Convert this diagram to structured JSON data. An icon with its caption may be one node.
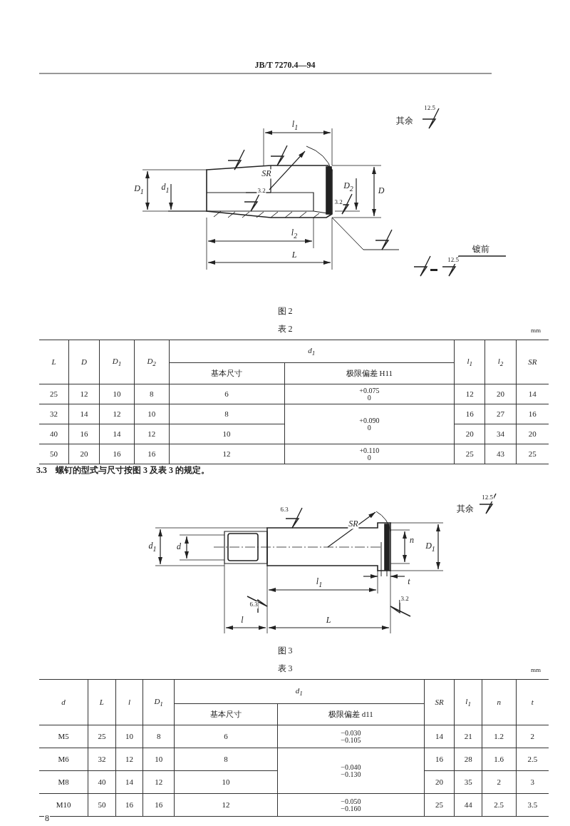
{
  "diagram": {
    "labels": [
      "JB/T 7270.4—94",
      "其余",
      "12.5",
      "l$_{1}$",
      "SR",
      "D$_{1}$",
      "d$_{1}$",
      "3.2",
      "3.2",
      "D$_{2}$",
      "D",
      "l$_{2}$",
      "L",
      "12.5",
      "镀前",
      "图 2",
      "表 2",
      "mm",
      "L",
      "D",
      "D$_{1}$",
      "D$_{2}$",
      "d$_{1}$",
      "l$_{1}$",
      "l$_{2}$",
      "SR",
      "基本尺寸",
      "极限偏差 H11",
      "25",
      "12",
      "10",
      "8",
      "6",
      "+0.075",
      "0",
      "12",
      "20",
      "14",
      "32",
      "14",
      "12",
      "10",
      "8",
      "+0.090",
      "0",
      "16",
      "27",
      "16",
      "40",
      "16",
      "14",
      "12",
      "10",
      "20",
      "34",
      "20",
      "50",
      "20",
      "16",
      "16",
      "12",
      "+0.110",
      "0",
      "25",
      "43",
      "25",
      "3.3　螺钉的型式与尺寸按图 3 及表 3 的规定。",
      "其余",
      "12.5",
      "6.3",
      "SR",
      "d$_{1}$",
      "d",
      "D$_{1}$",
      "n",
      "t",
      "l$_{1}$",
      "6.3",
      "3.2",
      "l",
      "L",
      "图 3",
      "表 3",
      "mm",
      "d",
      "L",
      "l",
      "D$_{1}$",
      "d$_{1}$",
      "SR",
      "l$_{1}$",
      "n",
      "t",
      "基本尺寸",
      "极限偏差 d11",
      "M5",
      "25",
      "10",
      "8",
      "6",
      "−0.030",
      "−0.105",
      "14",
      "21",
      "1.2",
      "2",
      "M6",
      "32",
      "12",
      "10",
      "8",
      "−0.040",
      "−0.130",
      "16",
      "28",
      "1.6",
      "2.5",
      "M8",
      "40",
      "14",
      "12",
      "10",
      "20",
      "35",
      "2",
      "3",
      "M10",
      "50",
      "16",
      "16",
      "12",
      "−0.050",
      "−0.160",
      "25",
      "44",
      "2.5",
      "3.5",
      "8"
    ]
  }
}
